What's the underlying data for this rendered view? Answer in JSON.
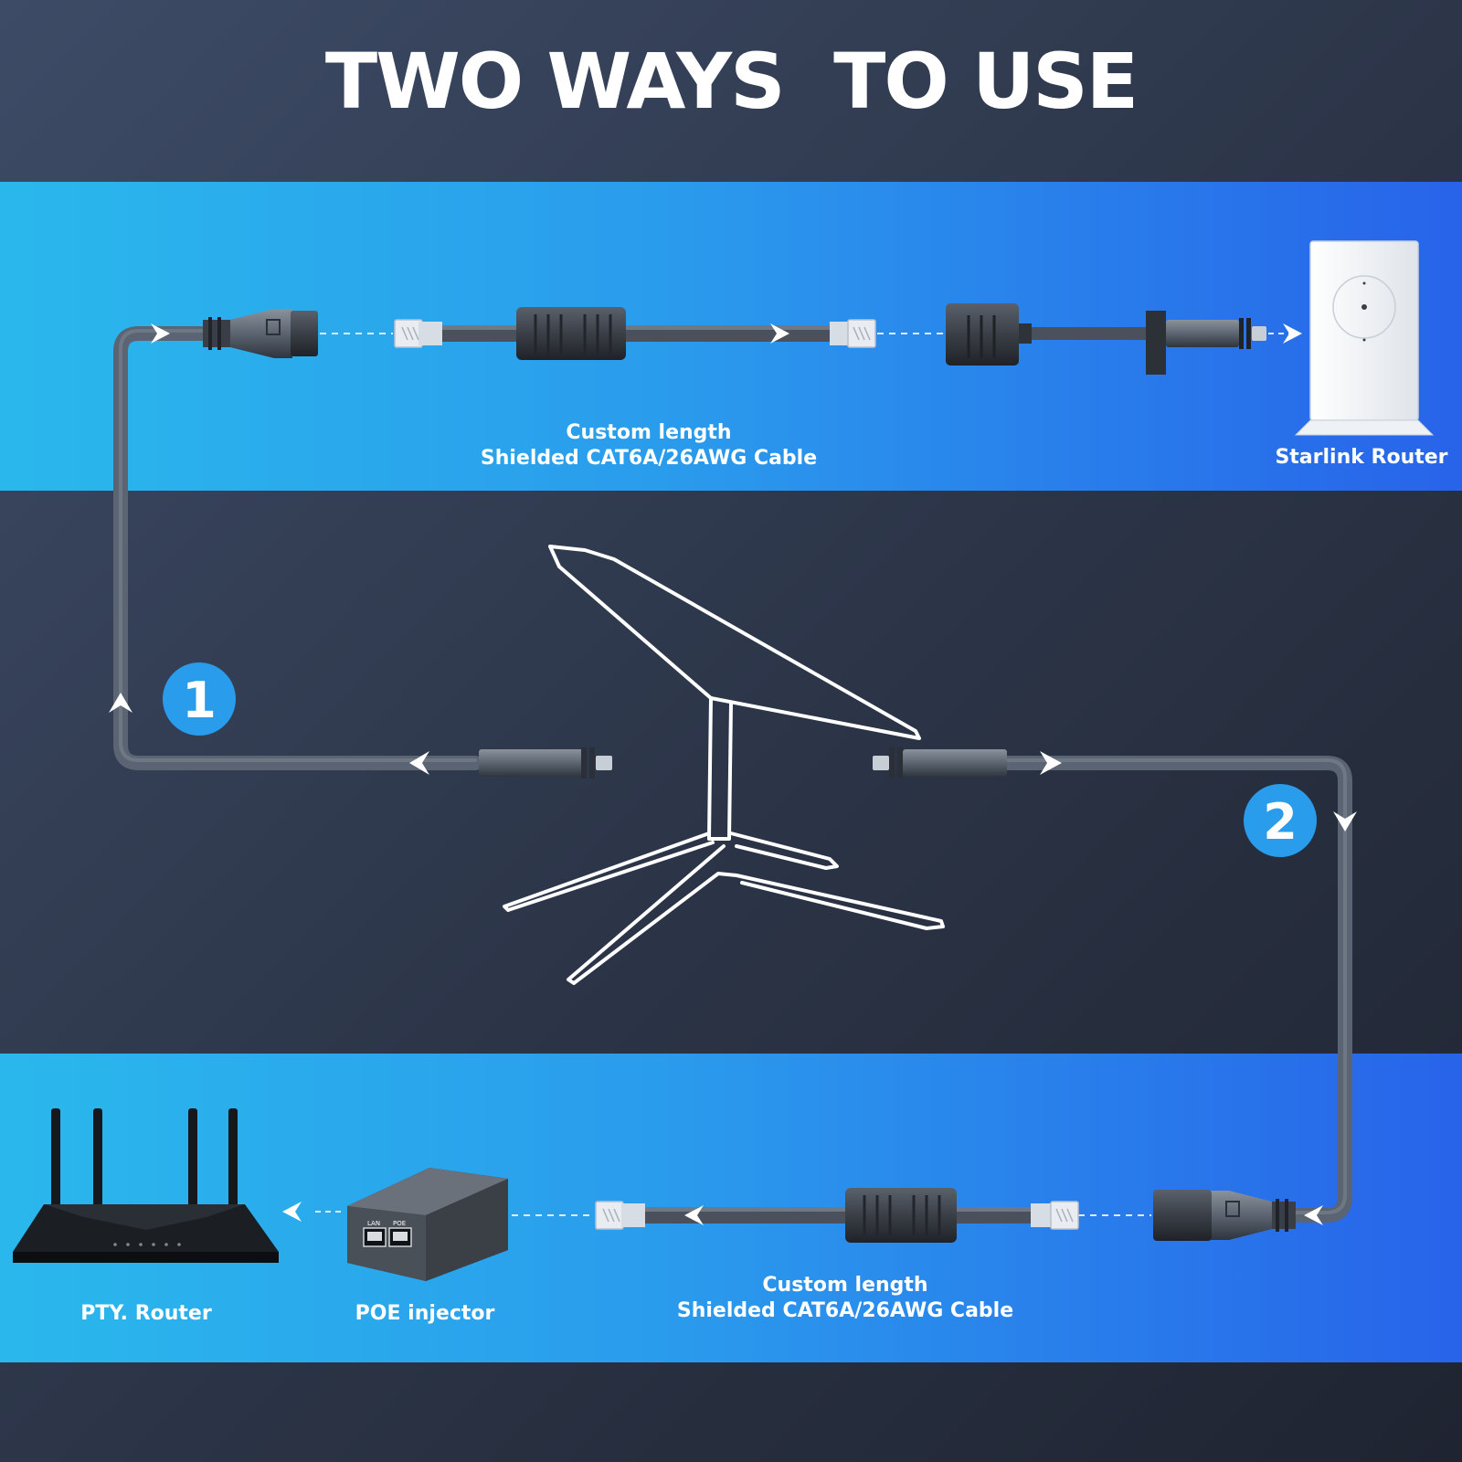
{
  "title": "TWO WAYS  TO USE",
  "way1": {
    "badge": "1",
    "cable_caption": [
      "Custom length",
      "Shielded CAT6A/26AWG Cable"
    ],
    "router_label": "Starlink Router"
  },
  "way2": {
    "badge": "2",
    "cable_caption": [
      "Custom length",
      "Shielded CAT6A/26AWG Cable"
    ],
    "router_label": "PTY. Router",
    "injector_label": "POE injector",
    "injector_ports": [
      "LAN",
      "POE"
    ]
  },
  "colors": {
    "accent_blue": "#2a9cec",
    "band_right": "#2863ea",
    "cable_gray": "#5b6472",
    "background_dark": "#2b3446"
  }
}
